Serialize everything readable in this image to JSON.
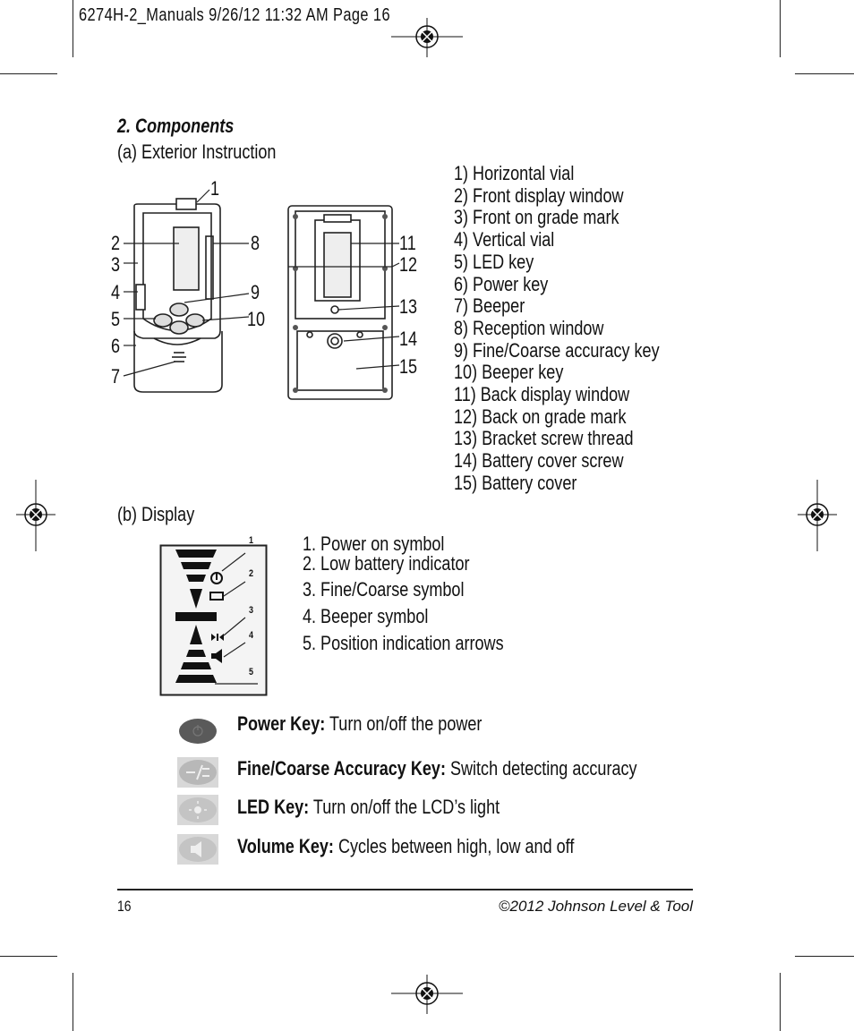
{
  "slug": "6274H-2_Manuals  9/26/12  11:32 AM  Page 16",
  "section_title": "2. Components",
  "exterior_heading": "(a) Exterior Instruction",
  "components": [
    "1) Horizontal vial",
    "2) Front display window",
    "3) Front on grade mark",
    "4) Vertical vial",
    "5) LED key",
    "6) Power key",
    "7) Beeper",
    "8) Reception window",
    "9) Fine/Coarse accuracy key",
    "10) Beeper key",
    "11) Back display window",
    "12) Back on grade mark",
    "13) Bracket screw thread",
    "14) Battery cover screw",
    "15) Battery cover"
  ],
  "front_callouts": [
    "1",
    "2",
    "3",
    "4",
    "5",
    "6",
    "7",
    "8",
    "9",
    "10"
  ],
  "back_callouts": [
    "11",
    "12",
    "13",
    "14",
    "15"
  ],
  "display_heading": "(b) Display",
  "display_callouts": [
    "1",
    "2",
    "3",
    "4",
    "5"
  ],
  "display_items": [
    "1. Power on symbol",
    "2. Low battery indicator",
    "3. Fine/Coarse symbol",
    "4. Beeper symbol",
    "5. Position indication arrows"
  ],
  "keys": [
    {
      "name": "Power Key:",
      "desc": " Turn on/off the power",
      "icon": "power-key-icon",
      "color": "#5a5a5a"
    },
    {
      "name": "Fine/Coarse Accuracy Key:",
      "desc": " Switch detecting accuracy",
      "icon": "fine-coarse-key-icon",
      "color": "#b8b8b8"
    },
    {
      "name": "LED Key:",
      "desc": " Turn on/off the LCD’s light",
      "icon": "led-key-icon",
      "color": "#c4c4c4"
    },
    {
      "name": "Volume Key:",
      "desc": " Cycles between high, low and off",
      "icon": "volume-key-icon",
      "color": "#c4c4c4"
    }
  ],
  "page_number": "16",
  "copyright": "©2012 Johnson Level & Tool"
}
